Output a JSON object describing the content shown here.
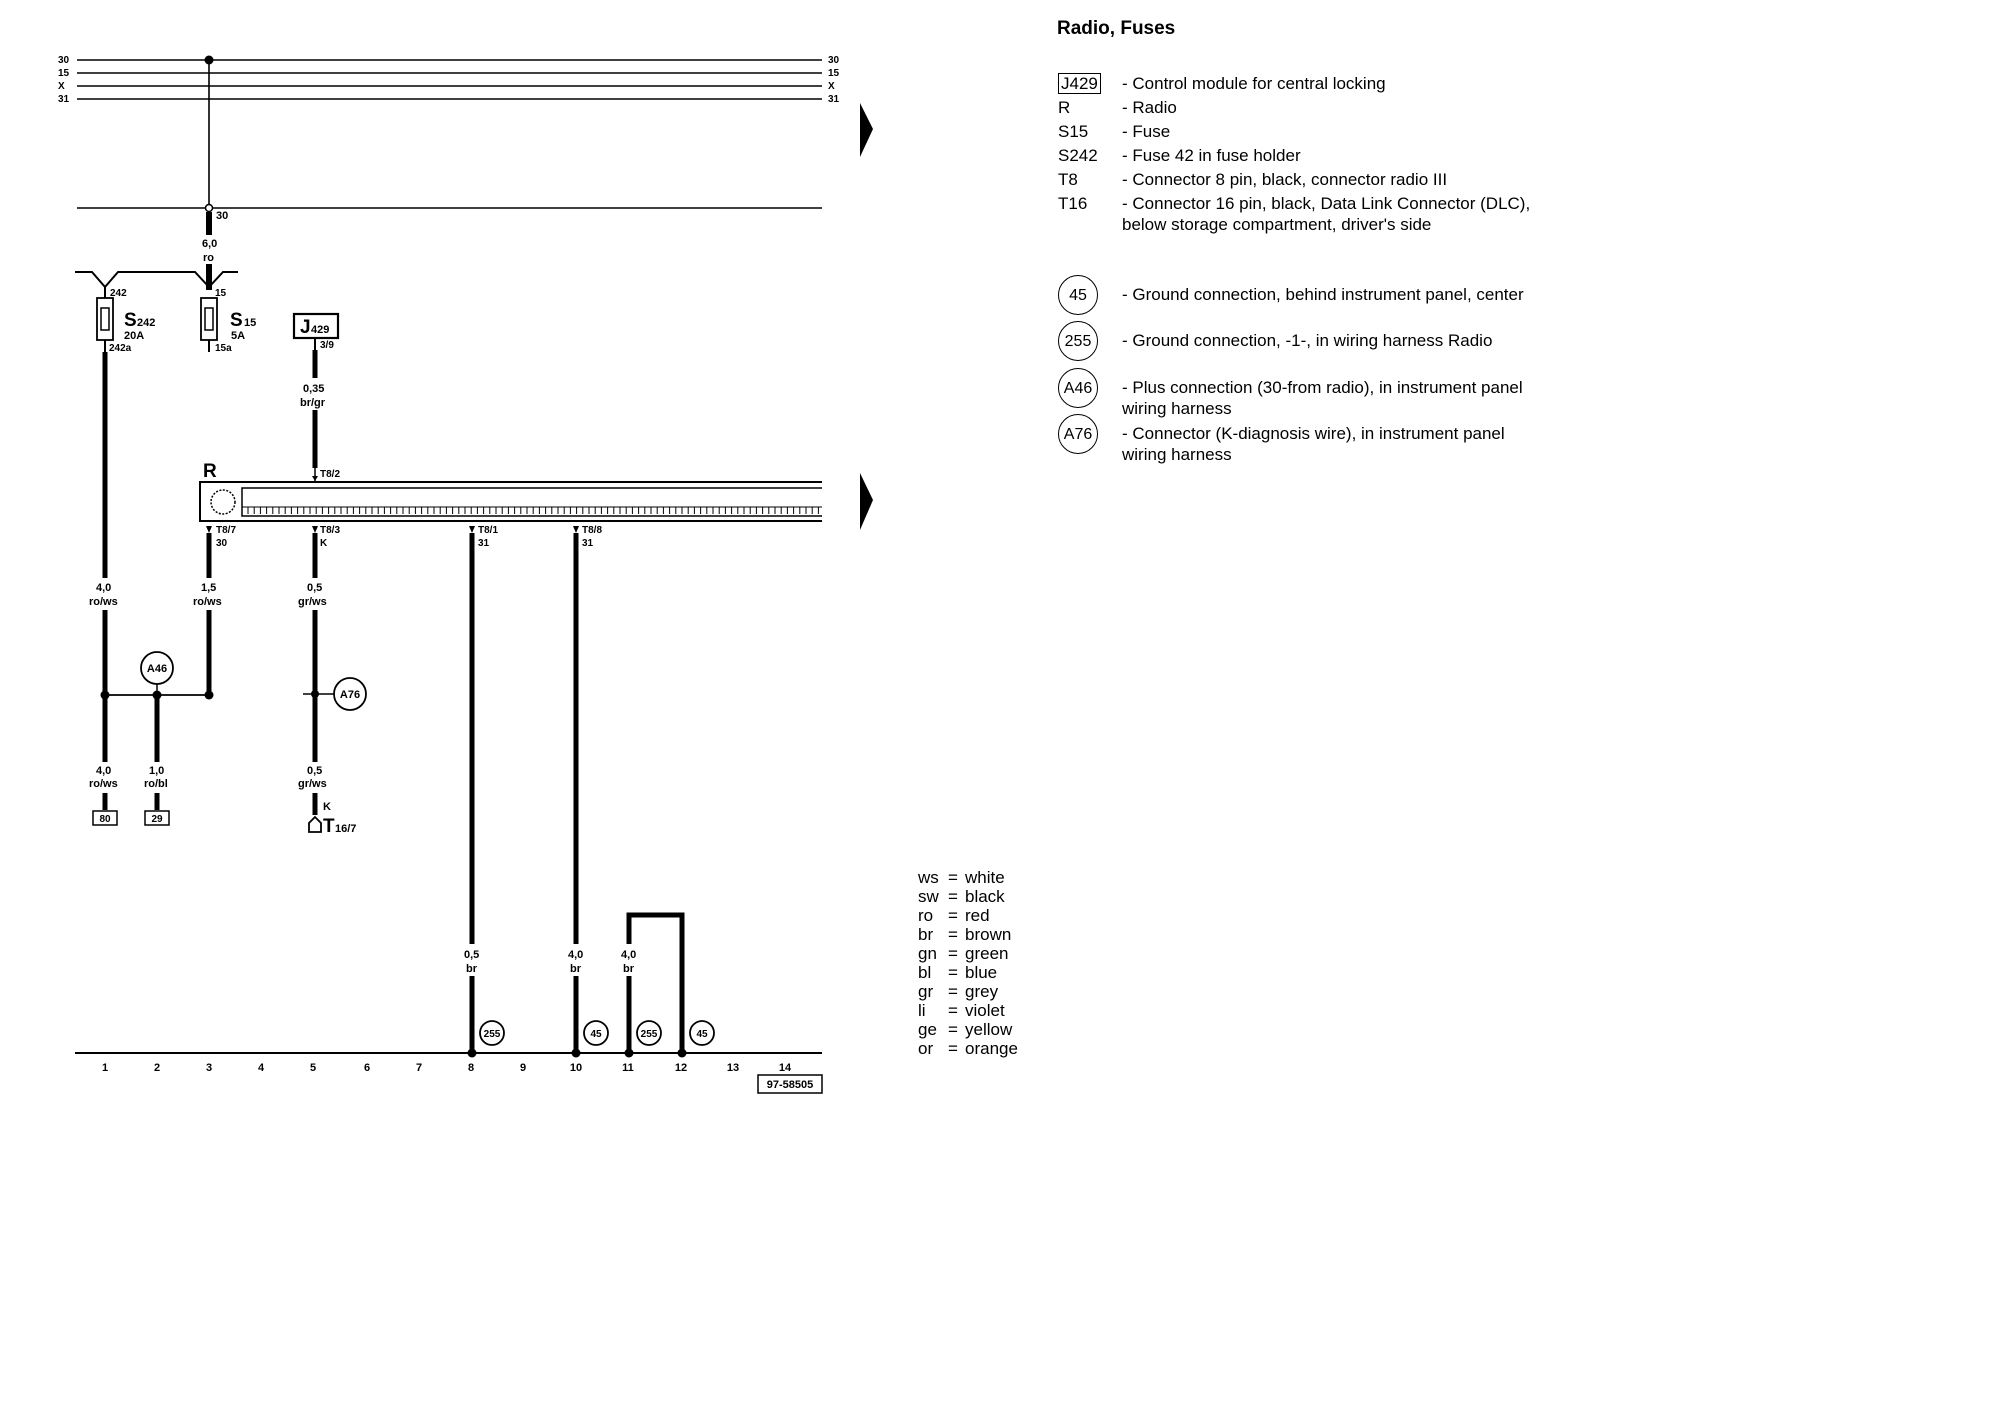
{
  "title": "Radio, Fuses",
  "rails": {
    "left": [
      "30",
      "15",
      "X",
      "31"
    ],
    "right": [
      "30",
      "15",
      "X",
      "31"
    ],
    "lower_tap": "30"
  },
  "components": {
    "fuse_s242": {
      "name": "S",
      "sub": "242",
      "rating": "20A",
      "in": "242",
      "out": "242a"
    },
    "fuse_s15": {
      "name": "S",
      "sub": "15",
      "rating": "5A",
      "in": "15",
      "out": "15a"
    },
    "j429": {
      "name": "J",
      "sub": "429",
      "pin": "3/9"
    },
    "radio": {
      "name": "R"
    },
    "t16": {
      "name": "T",
      "sub": "16/7",
      "signal": "K"
    }
  },
  "wires": {
    "feed": {
      "size": "6,0",
      "color": "ro"
    },
    "j429_radio": {
      "size": "0,35",
      "color": "br/gr"
    },
    "w1_upper": {
      "size": "4,0",
      "color": "ro/ws"
    },
    "w3_upper": {
      "size": "1,5",
      "color": "ro/ws"
    },
    "w5_upper": {
      "size": "0,5",
      "color": "gr/ws"
    },
    "w1_lower": {
      "size": "4,0",
      "color": "ro/ws"
    },
    "w2_lower": {
      "size": "1,0",
      "color": "ro/bl"
    },
    "w5_lower": {
      "size": "0,5",
      "color": "gr/ws"
    },
    "w8": {
      "size": "0,5",
      "color": "br"
    },
    "w10": {
      "size": "4,0",
      "color": "br"
    },
    "w11": {
      "size": "4,0",
      "color": "br"
    }
  },
  "pins": {
    "t8_2": "T8/2",
    "t8_7": "T8/7",
    "t8_7_sig": "30",
    "t8_3": "T8/3",
    "t8_3_sig": "K",
    "t8_1": "T8/1",
    "t8_1_sig": "31",
    "t8_8": "T8/8",
    "t8_8_sig": "31"
  },
  "connections": {
    "a46": "A46",
    "a76": "A76",
    "g255_a": "255",
    "g45_a": "45",
    "g255_b": "255",
    "g45_b": "45"
  },
  "refs": {
    "r80": "80",
    "r29": "29"
  },
  "tracks": [
    "1",
    "2",
    "3",
    "4",
    "5",
    "6",
    "7",
    "8",
    "9",
    "10",
    "11",
    "12",
    "13",
    "14"
  ],
  "drawing_number": "97-58505",
  "legend": [
    {
      "code": "J429",
      "boxed": true,
      "desc": "- Control module for central locking"
    },
    {
      "code": "R",
      "desc": "- Radio"
    },
    {
      "code": "S15",
      "desc": "- Fuse"
    },
    {
      "code": "S242",
      "desc": "- Fuse 42 in fuse holder"
    },
    {
      "code": "T8",
      "desc": "- Connector 8 pin, black, connector radio III"
    },
    {
      "code": "T16",
      "desc": "- Connector 16 pin, black, Data Link Connector (DLC), below storage compartment, driver's side"
    }
  ],
  "legend_circles": [
    {
      "code": "45",
      "desc": "- Ground connection, behind instrument panel, center"
    },
    {
      "code": "255",
      "desc": "- Ground connection, -1-, in wiring harness Radio"
    },
    {
      "code": "A46",
      "desc": "- Plus connection (30-from radio), in instrument panel wiring harness"
    },
    {
      "code": "A76",
      "desc": "- Connector (K-diagnosis wire), in instrument panel wiring harness"
    }
  ],
  "color_key": [
    {
      "abbr": "ws",
      "name": "white"
    },
    {
      "abbr": "sw",
      "name": "black"
    },
    {
      "abbr": "ro",
      "name": "red"
    },
    {
      "abbr": "br",
      "name": "brown"
    },
    {
      "abbr": "gn",
      "name": "green"
    },
    {
      "abbr": "bl",
      "name": "blue"
    },
    {
      "abbr": "gr",
      "name": "grey"
    },
    {
      "abbr": "li",
      "name": "violet"
    },
    {
      "abbr": "ge",
      "name": "yellow"
    },
    {
      "abbr": "or",
      "name": "orange"
    }
  ]
}
